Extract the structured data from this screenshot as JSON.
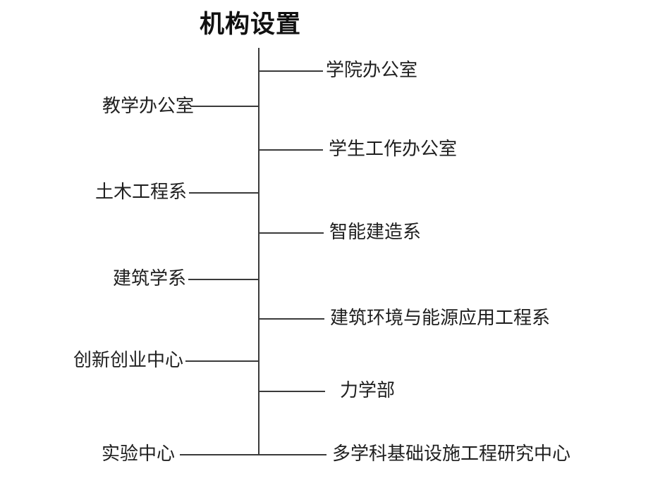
{
  "title": "机构设置",
  "colors": {
    "background": "#ffffff",
    "line": "#3a3a3a",
    "text": "#1f1f1f",
    "title_text": "#111111"
  },
  "tree": {
    "root_label": "机构设置",
    "left_items": [
      {
        "label": "教学办公室"
      },
      {
        "label": "土木工程系"
      },
      {
        "label": "建筑学系"
      },
      {
        "label": "创新创业中心"
      },
      {
        "label": "实验中心"
      }
    ],
    "right_items": [
      {
        "label": "学院办公室"
      },
      {
        "label": "学生工作办公室"
      },
      {
        "label": "智能建造系"
      },
      {
        "label": "建筑环境与能源应用工程系"
      },
      {
        "label": "力学部"
      },
      {
        "label": "多学科基础设施工程研究中心"
      }
    ]
  }
}
